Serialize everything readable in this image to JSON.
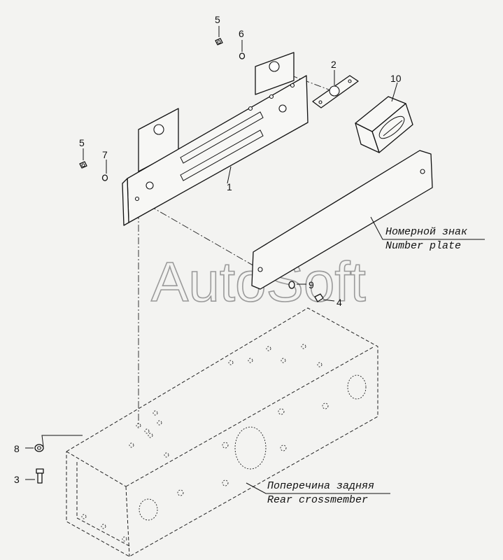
{
  "watermark": "AutoSoft",
  "callouts": [
    {
      "id": "c1",
      "label": "1"
    },
    {
      "id": "c2",
      "label": "2"
    },
    {
      "id": "c3",
      "label": "3"
    },
    {
      "id": "c4",
      "label": "4"
    },
    {
      "id": "c5a",
      "label": "5"
    },
    {
      "id": "c5b",
      "label": "5"
    },
    {
      "id": "c6",
      "label": "6"
    },
    {
      "id": "c7",
      "label": "7"
    },
    {
      "id": "c8",
      "label": "8"
    },
    {
      "id": "c9",
      "label": "9"
    },
    {
      "id": "c10",
      "label": "10"
    }
  ],
  "captions": {
    "number_plate_ru": "Номерной знак",
    "number_plate_en": "Number plate",
    "crossmember_ru": "Поперечина задняя",
    "crossmember_en": "Rear crossmember"
  }
}
